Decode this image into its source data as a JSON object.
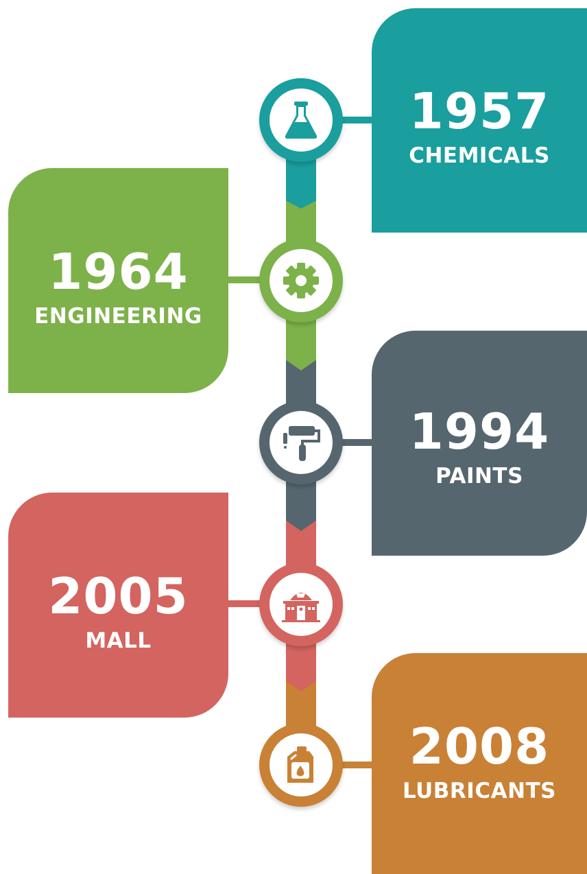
{
  "colors": {
    "chemicals": "#1a9e9e",
    "engineering": "#7db14a",
    "paints": "#56666e",
    "mall": "#d4645f",
    "lubricants": "#c98136"
  },
  "milestones": [
    {
      "year": "1957",
      "label": "CHEMICALS",
      "icon": "flask-icon",
      "side": "right"
    },
    {
      "year": "1964",
      "label": "ENGINEERING",
      "icon": "gear-icon",
      "side": "left"
    },
    {
      "year": "1994",
      "label": "PAINTS",
      "icon": "paint-roller-icon",
      "side": "right"
    },
    {
      "year": "2005",
      "label": "MALL",
      "icon": "mall-icon",
      "side": "left"
    },
    {
      "year": "2008",
      "label": "LUBRICANTS",
      "icon": "oil-can-icon",
      "side": "right"
    }
  ]
}
